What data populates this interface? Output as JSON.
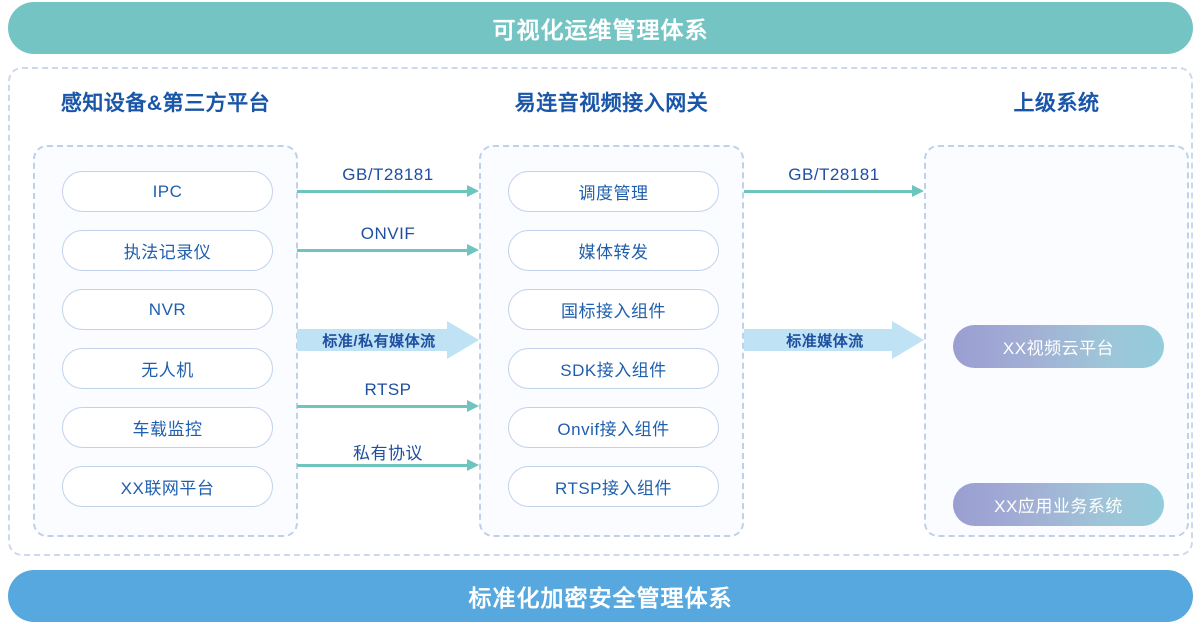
{
  "banners": {
    "top": "可视化运维管理体系",
    "bottom": "标准化加密安全管理体系",
    "top_color": "#74c4c4",
    "bottom_color": "#56a8de"
  },
  "columns": [
    {
      "title": "感知设备&第三方平台",
      "items": [
        "IPC",
        "执法记录仪",
        "NVR",
        "无人机",
        "车载监控",
        "XX联网平台"
      ]
    },
    {
      "title": "易连音视频接入网关",
      "items": [
        "调度管理",
        "媒体转发",
        "国标接入组件",
        "SDK接入组件",
        "Onvif接入组件",
        "RTSP接入组件"
      ]
    },
    {
      "title": "上级系统",
      "items": [
        "XX视频云平台",
        "XX应用业务系统"
      ]
    }
  ],
  "connectors": {
    "left_thin": [
      "GB/T28181",
      "ONVIF",
      "RTSP",
      "私有协议"
    ],
    "left_block": "标准/私有媒体流",
    "right_thin": [
      "GB/T28181"
    ],
    "right_block": "标准媒体流",
    "thin_color": "#6dc5bd",
    "block_color": "#bfe2f5"
  },
  "colors": {
    "title_blue": "#1a56a8",
    "pill_text": "#1f5fae",
    "pill_border": "#c2d2ec",
    "dashed_border": "#bfd0ea",
    "gradient_from": "#9a9ed2",
    "gradient_to": "#93ccdb"
  }
}
